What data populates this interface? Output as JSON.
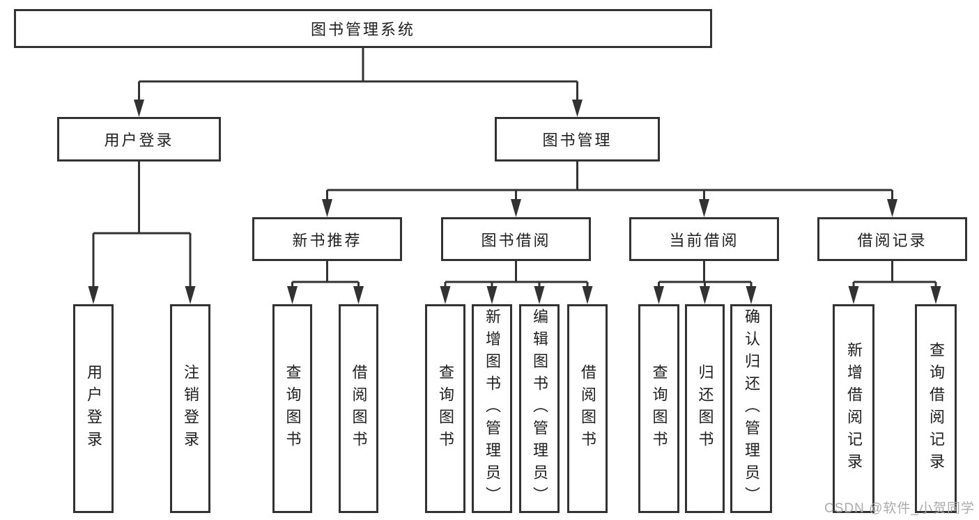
{
  "diagram": {
    "title": "图书管理系统",
    "nodes": {
      "root": {
        "label": "图书管理系统"
      },
      "level1": [
        {
          "label": "用户登录"
        },
        {
          "label": "图书管理"
        }
      ],
      "level2": [
        {
          "label": "新书推荐",
          "parent": "图书管理"
        },
        {
          "label": "图书借阅",
          "parent": "图书管理"
        },
        {
          "label": "当前借阅",
          "parent": "图书管理"
        },
        {
          "label": "借阅记录",
          "parent": "图书管理"
        }
      ],
      "leaves": [
        {
          "label": "用户登录",
          "parent": "用户登录"
        },
        {
          "label": "注销登录",
          "parent": "用户登录"
        },
        {
          "label": "查询图书",
          "parent": "新书推荐"
        },
        {
          "label": "借阅图书",
          "parent": "新书推荐"
        },
        {
          "label": "查询图书",
          "parent": "图书借阅"
        },
        {
          "label": "新增图书（管理员）",
          "parent": "图书借阅"
        },
        {
          "label": "编辑图书（管理员）",
          "parent": "图书借阅"
        },
        {
          "label": "借阅图书",
          "parent": "图书借阅"
        },
        {
          "label": "查询图书",
          "parent": "当前借阅"
        },
        {
          "label": "归还图书",
          "parent": "当前借阅"
        },
        {
          "label": "确认归还（管理员）",
          "parent": "当前借阅"
        },
        {
          "label": "新增借阅记录",
          "parent": "借阅记录"
        },
        {
          "label": "查询借阅记录",
          "parent": "借阅记录"
        }
      ]
    },
    "colors": {
      "line": "#323232",
      "text": "#1e1e1e",
      "background": "#ffffff",
      "watermark": "#ababab"
    }
  },
  "watermark": {
    "text": "CSDN @软件_小贺同学"
  }
}
